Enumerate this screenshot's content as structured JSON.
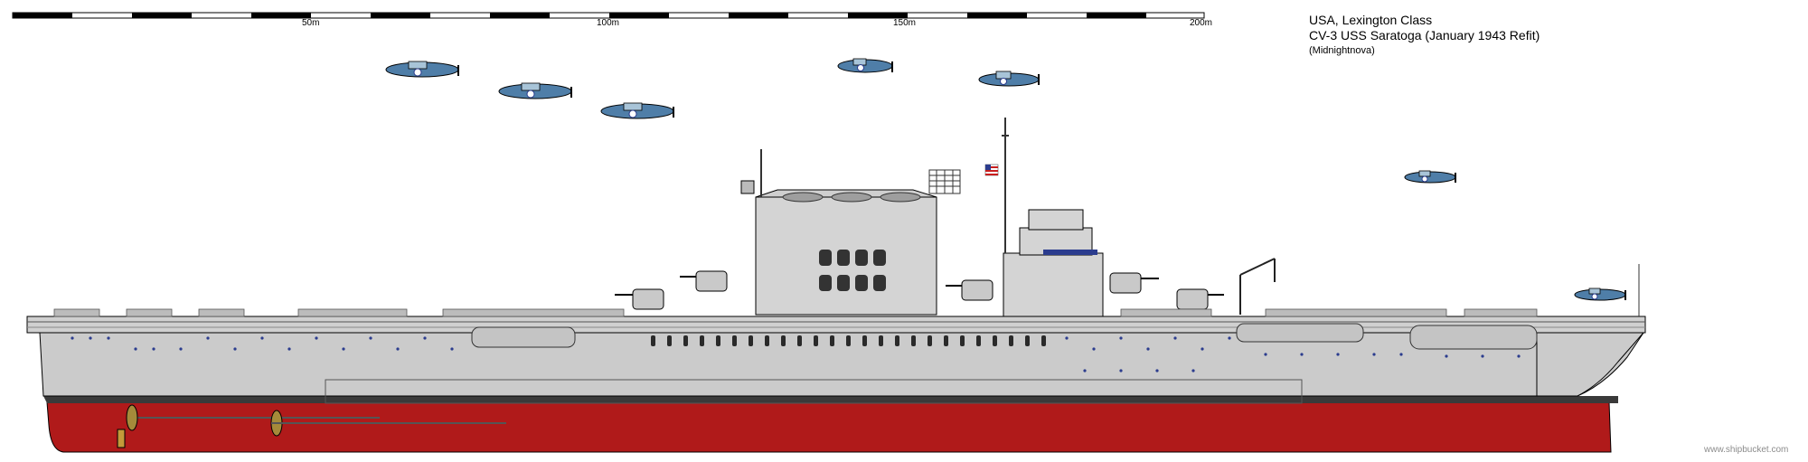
{
  "scale_bar": {
    "labels": [
      "50m",
      "100m",
      "150m",
      "200m"
    ]
  },
  "info": {
    "line1": "USA, Lexington Class",
    "line2": "CV-3 USS Saratoga (January 1943 Refit)",
    "line3": "(Midnightnova)"
  },
  "watermark": "www.shipbucket.com",
  "colors": {
    "hull_grey": "#cbcbcb",
    "island_grey": "#d4d4d4",
    "hull_red": "#b01a1a",
    "deck_dark": "#5a5a5a",
    "aircraft_blue": "#4f7ea8",
    "porthole_blue": "#2b3c8e",
    "propeller_gold": "#a58a3a",
    "flag_red": "#c81e1e"
  },
  "icons": [
    "aircraft-icon",
    "propeller-icon",
    "us-flag-icon",
    "crane-icon",
    "gun-turret-icon",
    "radar-antenna-icon"
  ]
}
